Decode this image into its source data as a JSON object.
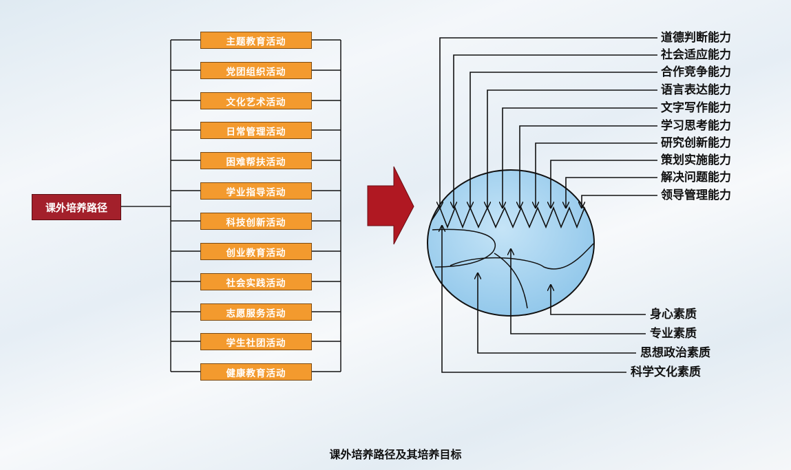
{
  "root": "课外培养路径",
  "activities": [
    "主题教育活动",
    "党团组织活动",
    "文化艺术活动",
    "日常管理活动",
    "困难帮扶活动",
    "学业指导活动",
    "科技创新活动",
    "创业教育活动",
    "社会实践活动",
    "志愿服务活动",
    "学生社团活动",
    "健康教育活动"
  ],
  "abilities": [
    "道德判断能力",
    "社会适应能力",
    "合作竞争能力",
    "语言表达能力",
    "文字写作能力",
    "学习思考能力",
    "研究创新能力",
    "策划实施能力",
    "解决问题能力",
    "领导管理能力"
  ],
  "qualities": [
    "身心素质",
    "专业素质",
    "思想政治素质",
    "科学文化素质"
  ],
  "caption": "课外培养路径及其培养目标",
  "colors": {
    "root": "#a3202b",
    "activity": "#f39a2e",
    "arrow": "#b01822",
    "sphere": "#a9d4f0"
  }
}
